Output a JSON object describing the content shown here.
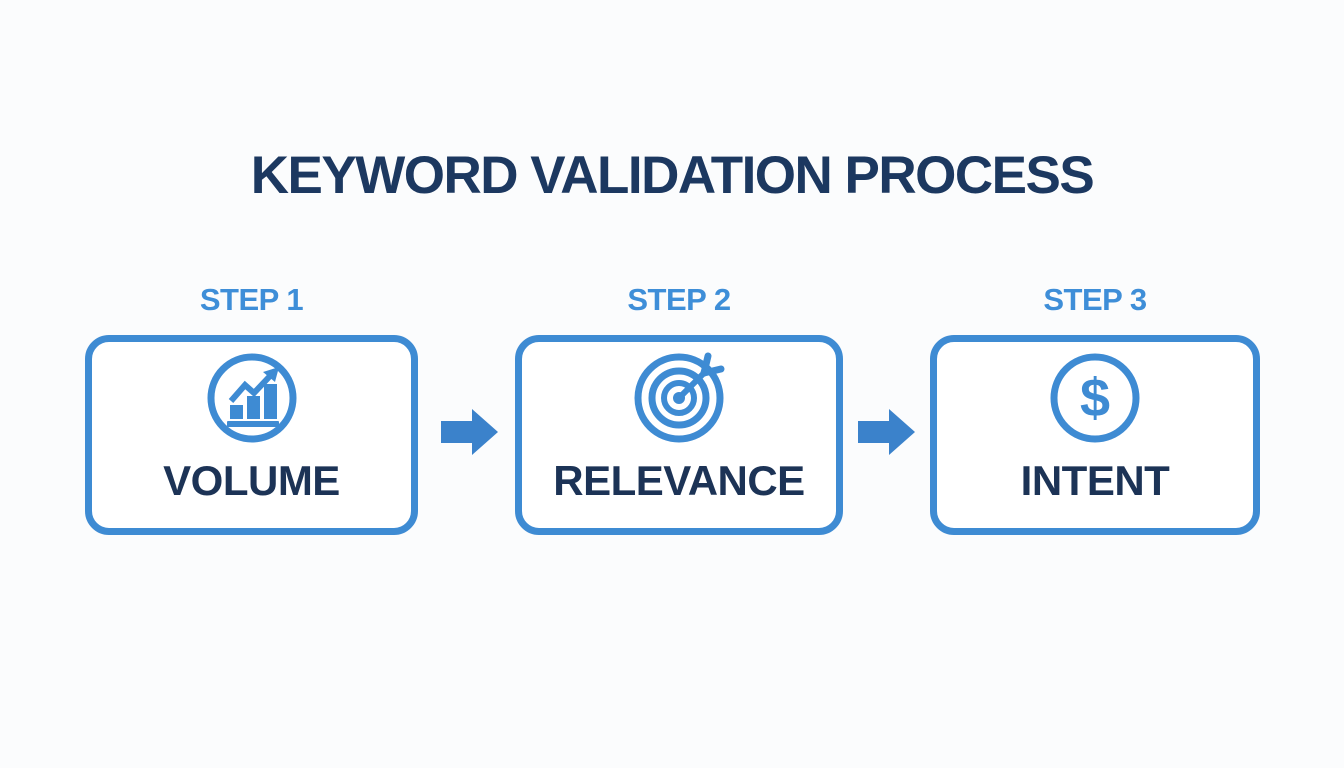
{
  "title": "KEYWORD VALIDATION PROCESS",
  "colors": {
    "accent_blue": "#3e8bd3",
    "step_label_blue": "#3e8ed8",
    "navy": "#1c3860",
    "arrow_blue": "#3b82cb",
    "background": "#fbfcfd",
    "box_background": "#ffffff"
  },
  "steps": [
    {
      "step_label": "STEP 1",
      "name": "VOLUME",
      "icon": "bar-chart-trend-icon"
    },
    {
      "step_label": "STEP 2",
      "name": "RELEVANCE",
      "icon": "target-dart-icon"
    },
    {
      "step_label": "STEP 3",
      "name": "INTENT",
      "icon": "dollar-sign-icon"
    }
  ],
  "icons": {
    "dollar_glyph": "$"
  }
}
